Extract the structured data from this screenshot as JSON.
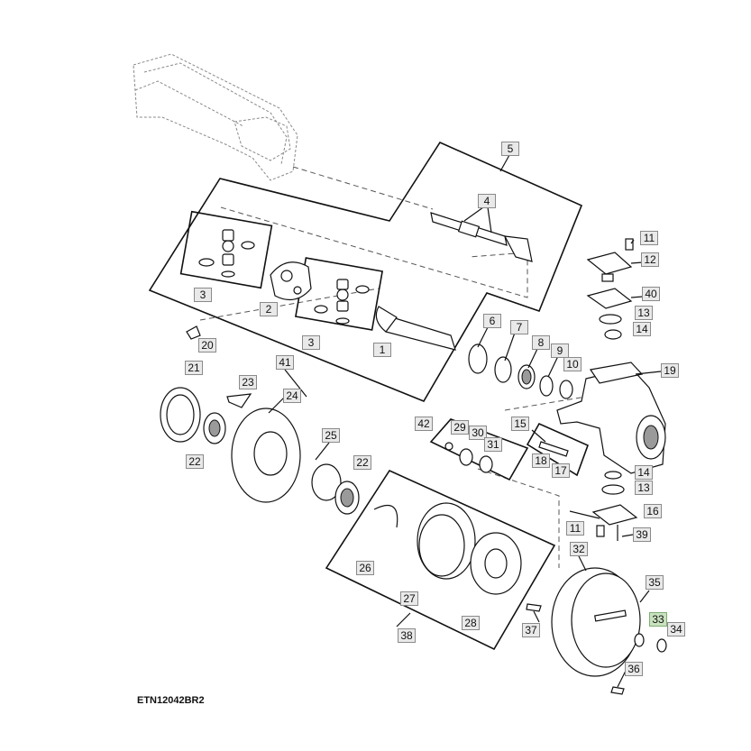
{
  "figure_id": "ETN12042BR2",
  "highlight_color": "#c9e2bf",
  "callouts": [
    {
      "id": "c5",
      "label": "5"
    },
    {
      "id": "c4",
      "label": "4"
    },
    {
      "id": "c11a",
      "label": "11"
    },
    {
      "id": "c12",
      "label": "12"
    },
    {
      "id": "c40",
      "label": "40"
    },
    {
      "id": "c13a",
      "label": "13"
    },
    {
      "id": "c14a",
      "label": "14"
    },
    {
      "id": "c3a",
      "label": "3"
    },
    {
      "id": "c2",
      "label": "2"
    },
    {
      "id": "c3b",
      "label": "3"
    },
    {
      "id": "c1",
      "label": "1"
    },
    {
      "id": "c20",
      "label": "20"
    },
    {
      "id": "c6",
      "label": "6"
    },
    {
      "id": "c7",
      "label": "7"
    },
    {
      "id": "c8",
      "label": "8"
    },
    {
      "id": "c9",
      "label": "9"
    },
    {
      "id": "c10",
      "label": "10"
    },
    {
      "id": "c19",
      "label": "19"
    },
    {
      "id": "c21",
      "label": "21"
    },
    {
      "id": "c41",
      "label": "41"
    },
    {
      "id": "c23",
      "label": "23"
    },
    {
      "id": "c24",
      "label": "24"
    },
    {
      "id": "c22a",
      "label": "22"
    },
    {
      "id": "c25",
      "label": "25"
    },
    {
      "id": "c22b",
      "label": "22"
    },
    {
      "id": "c42",
      "label": "42"
    },
    {
      "id": "c29",
      "label": "29"
    },
    {
      "id": "c30",
      "label": "30"
    },
    {
      "id": "c31",
      "label": "31"
    },
    {
      "id": "c15",
      "label": "15"
    },
    {
      "id": "c18",
      "label": "18"
    },
    {
      "id": "c17",
      "label": "17"
    },
    {
      "id": "c14b",
      "label": "14"
    },
    {
      "id": "c13b",
      "label": "13"
    },
    {
      "id": "c16",
      "label": "16"
    },
    {
      "id": "c11b",
      "label": "11"
    },
    {
      "id": "c39",
      "label": "39"
    },
    {
      "id": "c26",
      "label": "26"
    },
    {
      "id": "c27",
      "label": "27"
    },
    {
      "id": "c28",
      "label": "28"
    },
    {
      "id": "c38",
      "label": "38"
    },
    {
      "id": "c32",
      "label": "32"
    },
    {
      "id": "c35",
      "label": "35"
    },
    {
      "id": "c33",
      "label": "33",
      "highlighted": true
    },
    {
      "id": "c34",
      "label": "34"
    },
    {
      "id": "c37",
      "label": "37"
    },
    {
      "id": "c36",
      "label": "36"
    }
  ]
}
